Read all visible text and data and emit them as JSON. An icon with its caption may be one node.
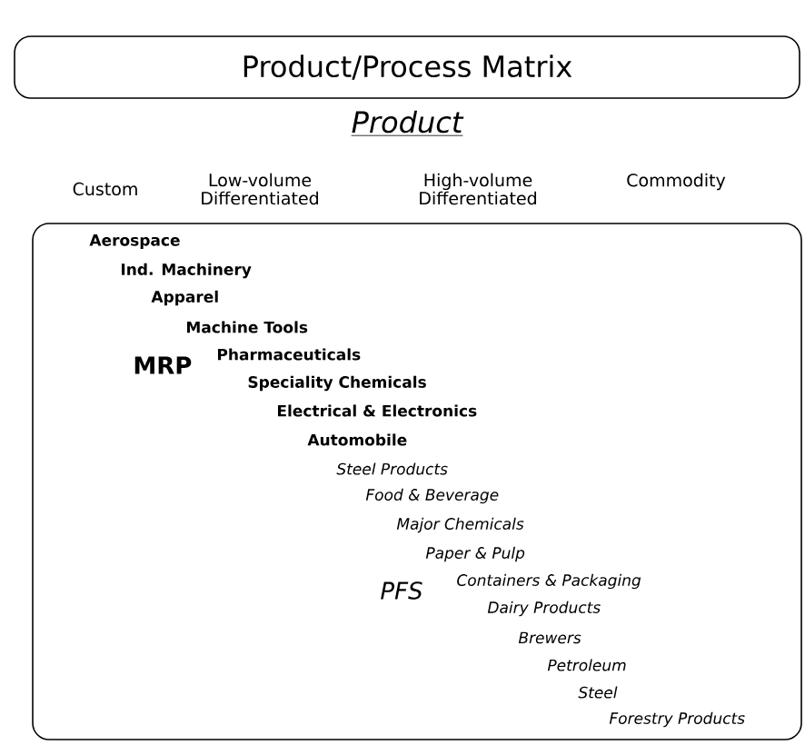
{
  "diagram": {
    "title": "Product/Process Matrix",
    "nodes": [
      {
        "text": [],
        "shape": "box"
      }
    ],
    "labels": [
      "Product",
      "Custom",
      "Low-volume Differentiated",
      "High-volume Differentiated",
      "Commodity",
      "Aerospace",
      "Ind. Machinery",
      "Apparel",
      "Machine Tools",
      "MRP",
      "Pharmaceuticals",
      "Speciality Chemicals",
      "Electrical & Electronics",
      "Automobile",
      "Steel Products",
      "Food & Beverage",
      "Major Chemicals",
      "Paper & Pulp",
      "PFS",
      "Containers & Packaging",
      "Dairy Products",
      "Brewers",
      "Petroleum",
      "Steel",
      "Forestry Products"
    ]
  }
}
